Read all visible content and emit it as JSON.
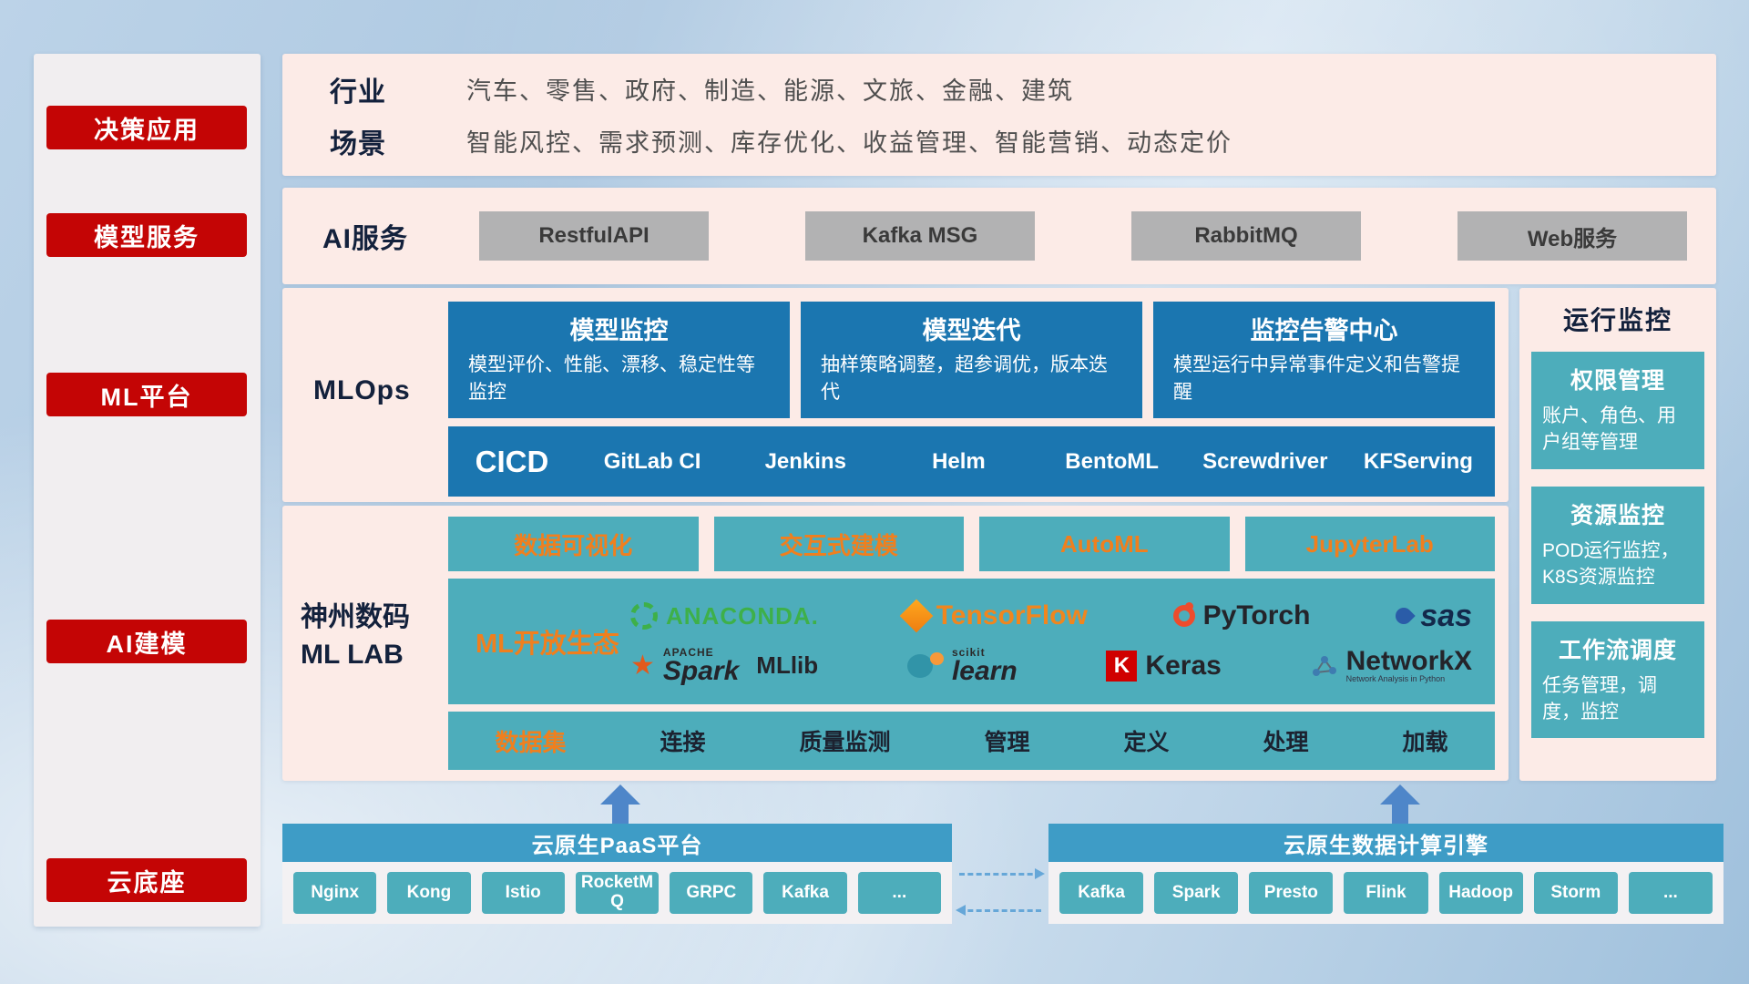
{
  "sidebar": {
    "items": [
      {
        "label": "决策应用"
      },
      {
        "label": "模型服务"
      },
      {
        "label": "ML平台"
      },
      {
        "label": "AI建模"
      },
      {
        "label": "云底座"
      }
    ]
  },
  "industry": {
    "rows": [
      {
        "label": "行业",
        "content": "汽车、零售、政府、制造、能源、文旅、金融、建筑"
      },
      {
        "label": "场景",
        "content": "智能风控、需求预测、库存优化、收益管理、智能营销、动态定价"
      }
    ]
  },
  "ai_service": {
    "label": "AI服务",
    "buttons": [
      "RestfulAPI",
      "Kafka MSG",
      "RabbitMQ",
      "Web服务"
    ]
  },
  "mlops": {
    "label": "MLOps",
    "cards": [
      {
        "title": "模型监控",
        "desc": "模型评价、性能、漂移、稳定性等监控"
      },
      {
        "title": "模型迭代",
        "desc": "抽样策略调整，超参调优，版本迭代"
      },
      {
        "title": "监控告警中心",
        "desc": "模型运行中异常事件定义和告警提醒"
      }
    ],
    "cicd_label": "CICD",
    "cicd_items": [
      "GitLab CI",
      "Jenkins",
      "Helm",
      "BentoML",
      "Screwdriver",
      "KFServing"
    ]
  },
  "mllab": {
    "label_line1": "神州数码",
    "label_line2": "ML LAB",
    "tools": [
      "数据可视化",
      "交互式建模",
      "AutoML",
      "JupyterLab"
    ],
    "ecosystem_label": "ML开放生态",
    "logos_row1": [
      {
        "name": "anaconda",
        "text": "ANACONDA."
      },
      {
        "name": "tensorflow",
        "text": "TensorFlow"
      },
      {
        "name": "pytorch",
        "text": "PyTorch"
      },
      {
        "name": "sas",
        "text": "sas"
      }
    ],
    "logos_row2": [
      {
        "name": "spark",
        "super": "APACHE",
        "text": "Spark",
        "suffix": "MLlib"
      },
      {
        "name": "scikit-learn",
        "super": "scikit",
        "text": "learn"
      },
      {
        "name": "keras",
        "badge": "K",
        "text": "Keras"
      },
      {
        "name": "networkx",
        "text": "NetworkX",
        "sub": "Network Analysis in Python"
      }
    ],
    "dataset_label": "数据集",
    "dataset_items": [
      "连接",
      "质量监测",
      "管理",
      "定义",
      "处理",
      "加载"
    ]
  },
  "monitor": {
    "title": "运行监控",
    "cards": [
      {
        "title": "权限管理",
        "desc": "账户、角色、用户组等管理"
      },
      {
        "title": "资源监控",
        "desc": "POD运行监控，K8S资源监控"
      },
      {
        "title": "工作流调度",
        "desc": "任务管理，调度，监控"
      }
    ]
  },
  "cloud_base": {
    "paas": {
      "title": "云原生PaaS平台",
      "items": [
        "Nginx",
        "Kong",
        "Istio",
        "RocketMQ",
        "GRPC",
        "Kafka",
        "..."
      ]
    },
    "engine": {
      "title": "云原生数据计算引擎",
      "items": [
        "Kafka",
        "Spark",
        "Presto",
        "Flink",
        "Hadoop",
        "Storm",
        "..."
      ]
    }
  },
  "colors": {
    "red": "#c40505",
    "panel_pink": "#fcebe7",
    "card_blue": "#1b76b0",
    "teal": "#4dadbb",
    "orange": "#f07f1e",
    "gray_button": "#b2b2b3",
    "header_blue": "#3e9cc6",
    "arrow_blue": "#4e86c9"
  }
}
